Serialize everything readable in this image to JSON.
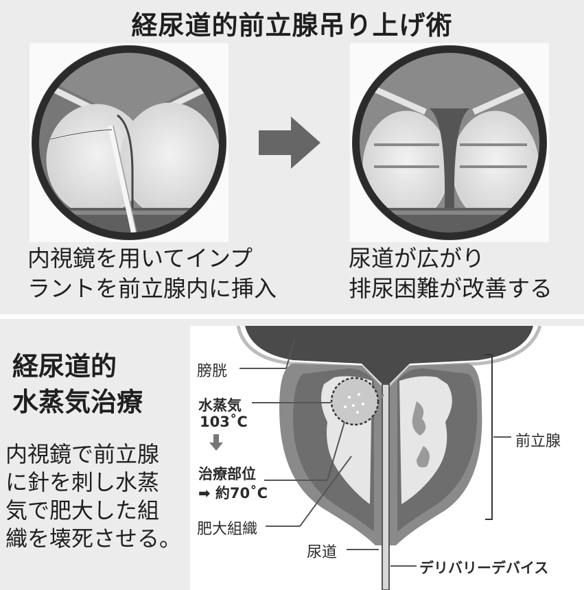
{
  "top": {
    "title": "経尿道的前立腺吊り上げ術",
    "left_caption": [
      "内視鏡を用いてインプ",
      "ラントを前立腺内に挿入"
    ],
    "right_caption": [
      "尿道が広がり",
      "排尿困難が改善する"
    ]
  },
  "bottom": {
    "title": [
      "経尿道的",
      "水蒸気治療"
    ],
    "description": [
      "内視鏡で前立腺",
      "に針を刺し水蒸",
      "気で肥大した組",
      "織を壊死させる。"
    ],
    "labels": {
      "bladder": "膀胱",
      "steam": "水蒸気",
      "steam_temp": "103˚C",
      "treated_area": "治療部位",
      "treated_temp": "➡ 約70˚C",
      "hypertrophic_tissue": "肥大組織",
      "urethra": "尿道",
      "prostate": "前立腺",
      "delivery_device": "デリバリーデバイス"
    }
  },
  "colors": {
    "panel_bg": "#ececec",
    "dark_gray": "#555555",
    "arrow": "#666666",
    "tissue_light": "#e6e6e6"
  }
}
